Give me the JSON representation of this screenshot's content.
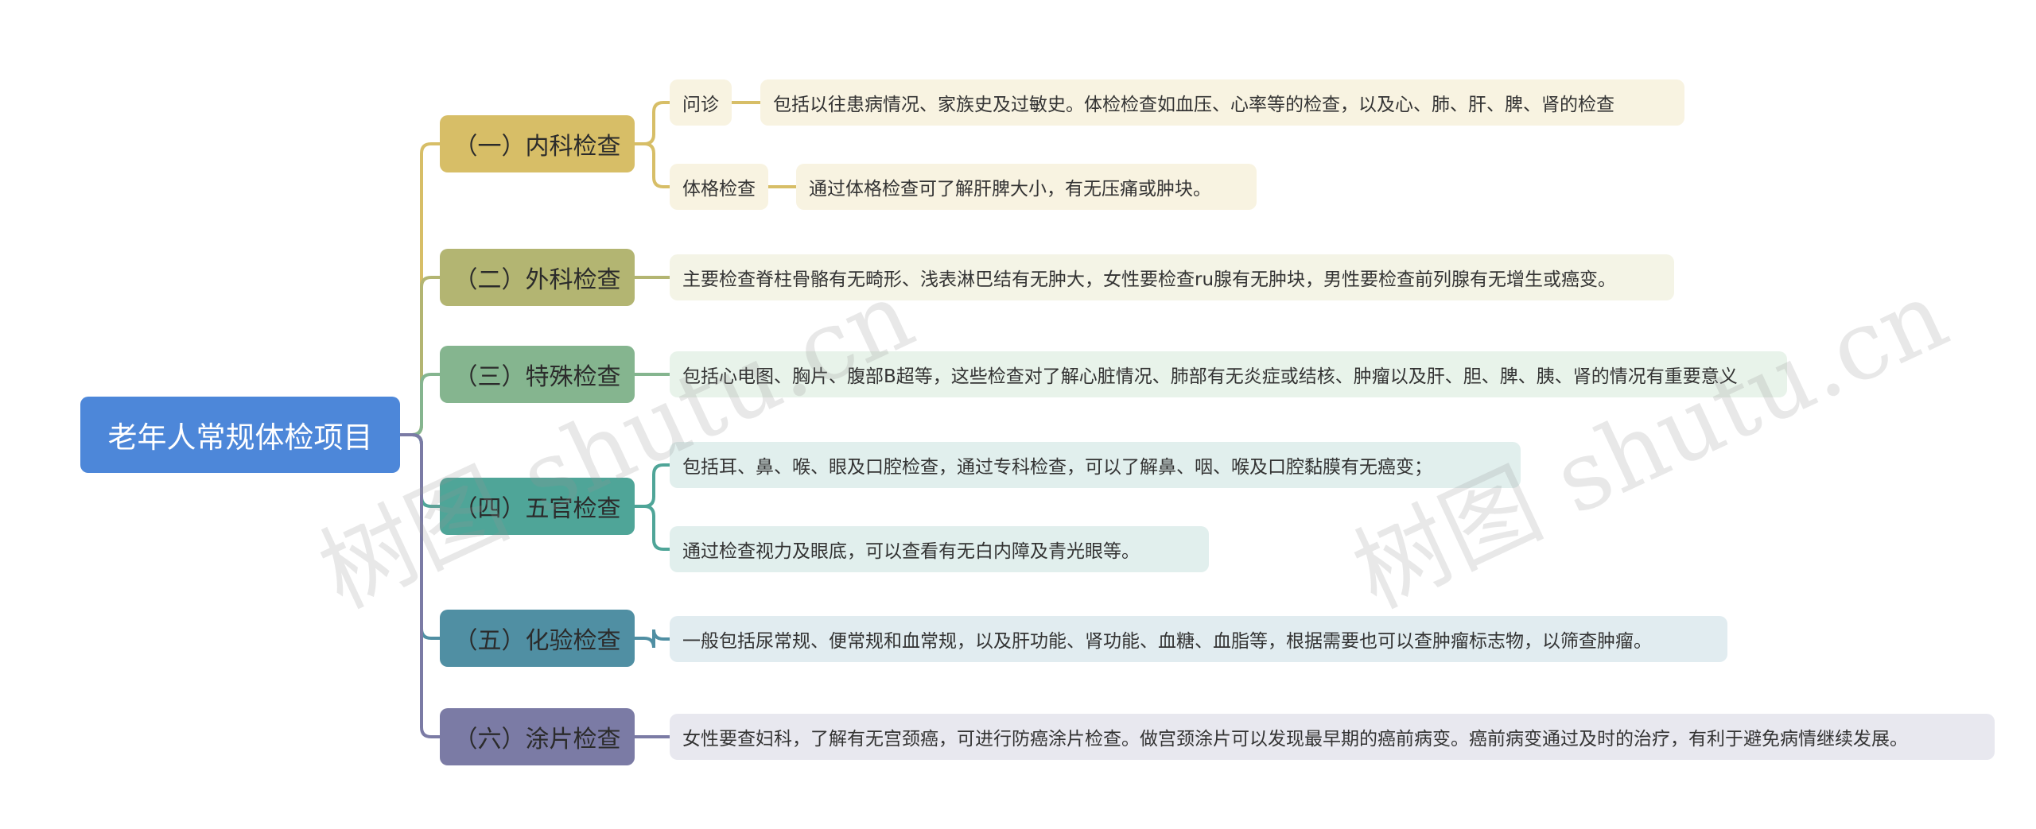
{
  "root": {
    "label": "老年人常规体检项目"
  },
  "colors": {
    "root": "#4d87d9",
    "cat1": "#d7be67",
    "cat2": "#b3b572",
    "cat3": "#85b58f",
    "cat4": "#4fa598",
    "cat5": "#508fa3",
    "cat6": "#7b7ba5"
  },
  "categories": [
    {
      "label": "（一）内科检查",
      "children": [
        {
          "label": "问诊",
          "detail": "包括以往患病情况、家族史及过敏史。体检检查如血压、心率等的检查，以及心、肺、肝、脾、肾的检查"
        },
        {
          "label": "体格检查",
          "detail": "通过体格检查可了解肝脾大小，有无压痛或肿块。"
        }
      ]
    },
    {
      "label": "（二）外科检查",
      "children": [
        {
          "label": "主要检查脊柱骨骼有无畸形、浅表淋巴结有无肿大，女性要检查ru腺有无肿块，男性要检查前列腺有无增生或癌变。"
        }
      ]
    },
    {
      "label": "（三）特殊检查",
      "children": [
        {
          "label": "包括心电图、胸片、腹部B超等，这些检查对了解心脏情况、肺部有无炎症或结核、肿瘤以及肝、胆、脾、胰、肾的情况有重要意义"
        }
      ]
    },
    {
      "label": "（四）五官检查",
      "children": [
        {
          "label": "包括耳、鼻、喉、眼及口腔检查，通过专科检查，可以了解鼻、咽、喉及口腔黏膜有无癌变；"
        },
        {
          "label": "通过检查视力及眼底，可以查看有无白内障及青光眼等。"
        }
      ]
    },
    {
      "label": "（五）化验检查",
      "children": [
        {
          "label": "一般包括尿常规、便常规和血常规，以及肝功能、肾功能、血糖、血脂等，根据需要也可以查肿瘤标志物，以筛查肿瘤。"
        }
      ]
    },
    {
      "label": "（六）涂片检查",
      "children": [
        {
          "label": "女性要查妇科，了解有无宫颈癌，可进行防癌涂片检查。做宫颈涂片可以发现最早期的癌前病变。癌前病变通过及时的治疗，有利于避免病情继续发展。"
        }
      ]
    }
  ],
  "watermark": {
    "text": "树图 shutu.cn"
  }
}
